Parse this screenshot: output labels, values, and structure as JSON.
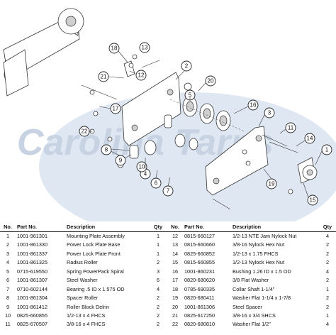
{
  "watermark": "Carolina Tarps",
  "callouts": [
    "1",
    "2",
    "3",
    "4",
    "5",
    "6",
    "7",
    "8",
    "9",
    "10",
    "11",
    "12",
    "13",
    "14",
    "15",
    "16",
    "17",
    "18",
    "19",
    "20",
    "21",
    "22"
  ],
  "table": {
    "headers": {
      "no": "No.",
      "part_no": "Part No.",
      "description": "Description",
      "qty": "Qty"
    },
    "left": [
      {
        "no": "1",
        "part_no": "1001-961301",
        "description": "Mounting Plate Assembly",
        "qty": "1"
      },
      {
        "no": "2",
        "part_no": "1001-861330",
        "description": "Power Lock Plate Base",
        "qty": "1"
      },
      {
        "no": "3",
        "part_no": "1001-861337",
        "description": "Power Lock Plate Front",
        "qty": "1"
      },
      {
        "no": "4",
        "part_no": "1001-861325",
        "description": "Radius Roller",
        "qty": "2"
      },
      {
        "no": "5",
        "part_no": "0715-619550",
        "description": "Spring PowerPack Spiral",
        "qty": "3"
      },
      {
        "no": "6",
        "part_no": "1001-861307",
        "description": "Steel Washer",
        "qty": "6"
      },
      {
        "no": "7",
        "part_no": "0710-602144",
        "description": "Bearing .5 ID x 1.575 OD",
        "qty": "4"
      },
      {
        "no": "8",
        "part_no": "1001-861304",
        "description": "Spacer Roller",
        "qty": "2"
      },
      {
        "no": "9",
        "part_no": "1001-861412",
        "description": "Roller Block Delrin",
        "qty": "2"
      },
      {
        "no": "10",
        "part_no": "0825-660855",
        "description": "1/2-13 x 4 FHCS",
        "qty": "2"
      },
      {
        "no": "11",
        "part_no": "0825-670507",
        "description": "3/8-16 x 4 FHCS",
        "qty": "2"
      }
    ],
    "right": [
      {
        "no": "12",
        "part_no": "0815-660127",
        "description": "1/2-13 NTE Jam Nylock Nut",
        "qty": "4"
      },
      {
        "no": "13",
        "part_no": "0815-660660",
        "description": "3/8-16 Nylock Hex Nut",
        "qty": "2"
      },
      {
        "no": "14",
        "part_no": "0825-660852",
        "description": "1/2-13 x 1.75 FHCS",
        "qty": "2"
      },
      {
        "no": "15",
        "part_no": "0815-660855",
        "description": "1/2-13 Nylock Hex Nut",
        "qty": "2"
      },
      {
        "no": "16",
        "part_no": "1001-860231",
        "description": "Bushing 1.26 ID x 1.5 OD",
        "qty": "4"
      },
      {
        "no": "17",
        "part_no": "0820-680620",
        "description": "3/8 Flat Washer",
        "qty": "2"
      },
      {
        "no": "18",
        "part_no": "0785-690335",
        "description": "Collar Shaft 1-1/4\"",
        "qty": "1"
      },
      {
        "no": "19",
        "part_no": "0820-680411",
        "description": "Washer Flat 1-1/4 x 1-7/8",
        "qty": "2"
      },
      {
        "no": "20",
        "part_no": "1001-861306",
        "description": "Steel Spacer",
        "qty": "2"
      },
      {
        "no": "21",
        "part_no": "0825-617250",
        "description": "3/8-16 x 3/4 SHCS",
        "qty": "1"
      },
      {
        "no": "22",
        "part_no": "0820-680810",
        "description": "Washer Flat 1/2\"",
        "qty": "4"
      }
    ]
  }
}
